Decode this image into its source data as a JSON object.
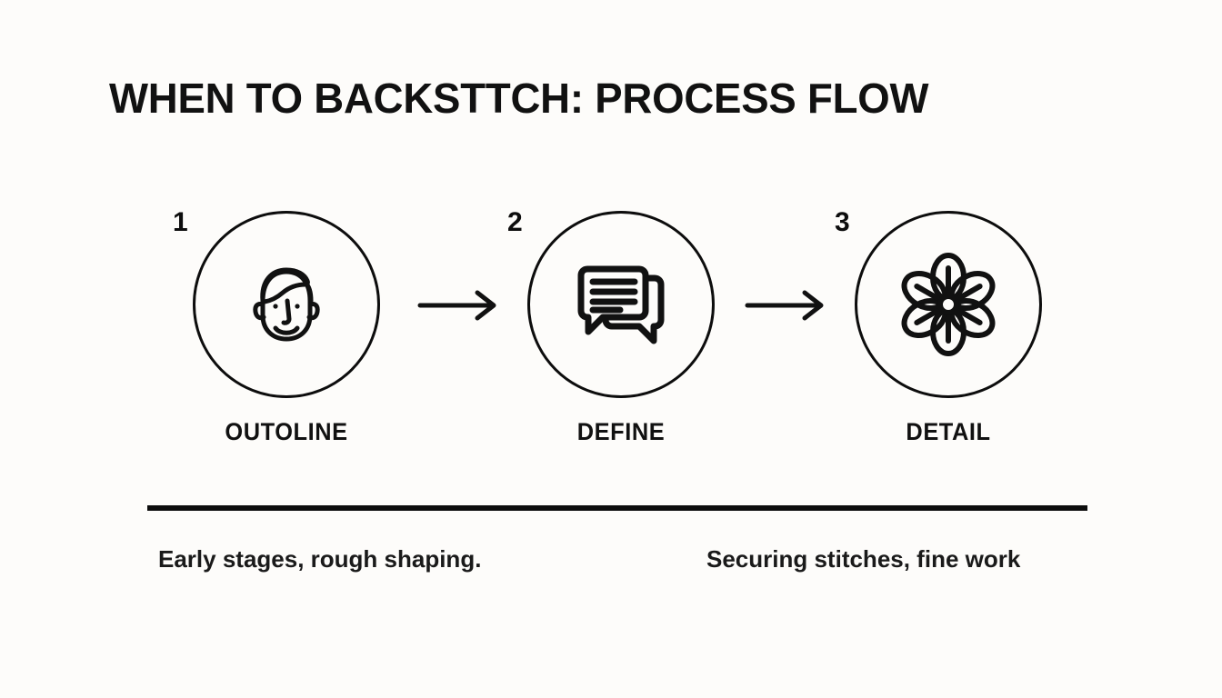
{
  "page": {
    "title": "WHEN TO BACKSTTCH: PROCESS FLOW",
    "background_color": "#fdfcfa",
    "ink_color": "#0d0d0d"
  },
  "steps": [
    {
      "number": "1",
      "label": "OUTOLINE",
      "icon": "face-icon"
    },
    {
      "number": "2",
      "label": "DEFINE",
      "icon": "chat-bubbles-icon"
    },
    {
      "number": "3",
      "label": "DETAIL",
      "icon": "flower-icon"
    }
  ],
  "connectors": [
    {
      "icon": "arrow-right-icon"
    },
    {
      "icon": "arrow-right-icon"
    }
  ],
  "footnotes": {
    "left": "Early stages, rough shaping.",
    "right": "Securing stitches, fine work"
  }
}
